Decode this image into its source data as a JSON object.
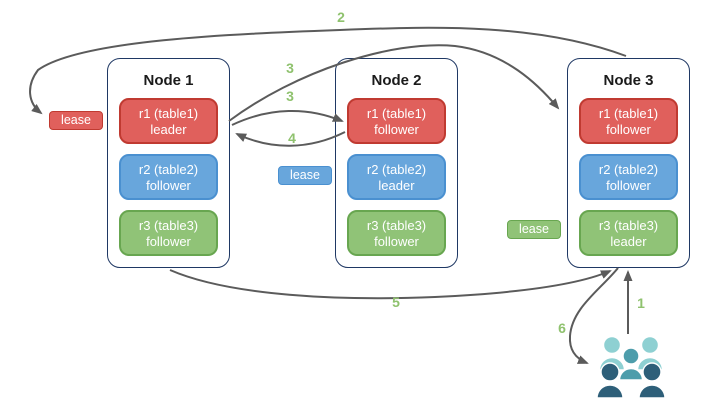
{
  "diagram": {
    "nodes": [
      {
        "title": "Node 1",
        "replicas": [
          {
            "range": "r1 (table1)",
            "role": "leader",
            "color": "red"
          },
          {
            "range": "r2 (table2)",
            "role": "follower",
            "color": "blue"
          },
          {
            "range": "r3 (table3)",
            "role": "follower",
            "color": "green"
          }
        ]
      },
      {
        "title": "Node 2",
        "replicas": [
          {
            "range": "r1 (table1)",
            "role": "follower",
            "color": "red"
          },
          {
            "range": "r2 (table2)",
            "role": "leader",
            "color": "blue"
          },
          {
            "range": "r3 (table3)",
            "role": "follower",
            "color": "green"
          }
        ]
      },
      {
        "title": "Node 3",
        "replicas": [
          {
            "range": "r1 (table1)",
            "role": "follower",
            "color": "red"
          },
          {
            "range": "r2 (table2)",
            "role": "follower",
            "color": "blue"
          },
          {
            "range": "r3 (table3)",
            "role": "leader",
            "color": "green"
          }
        ]
      }
    ],
    "leases": [
      {
        "label": "lease",
        "color": "red"
      },
      {
        "label": "lease",
        "color": "blue"
      },
      {
        "label": "lease",
        "color": "green"
      }
    ],
    "steps": [
      {
        "label": "1"
      },
      {
        "label": "2"
      },
      {
        "label": "3"
      },
      {
        "label": "3"
      },
      {
        "label": "4"
      },
      {
        "label": "5"
      },
      {
        "label": "6"
      }
    ],
    "clients": {
      "icon": "people-group"
    }
  },
  "colors": {
    "node_bg": "#ffffff",
    "node_border": "#1f3864",
    "replica_red": "#e0605c",
    "replica_red_border": "#c03a31",
    "replica_blue": "#68a6dc",
    "replica_blue_border": "#4a90d0",
    "replica_green": "#90c377",
    "replica_green_border": "#68a650",
    "replica_text": "#ffffff",
    "lease_text": "#ffffff",
    "arrow": "#5b5b5b",
    "step_label": "#8fc26e",
    "people_back": "#8ed0d2",
    "people_middle": "#4d9dab",
    "people_front": "#2e5f79"
  }
}
